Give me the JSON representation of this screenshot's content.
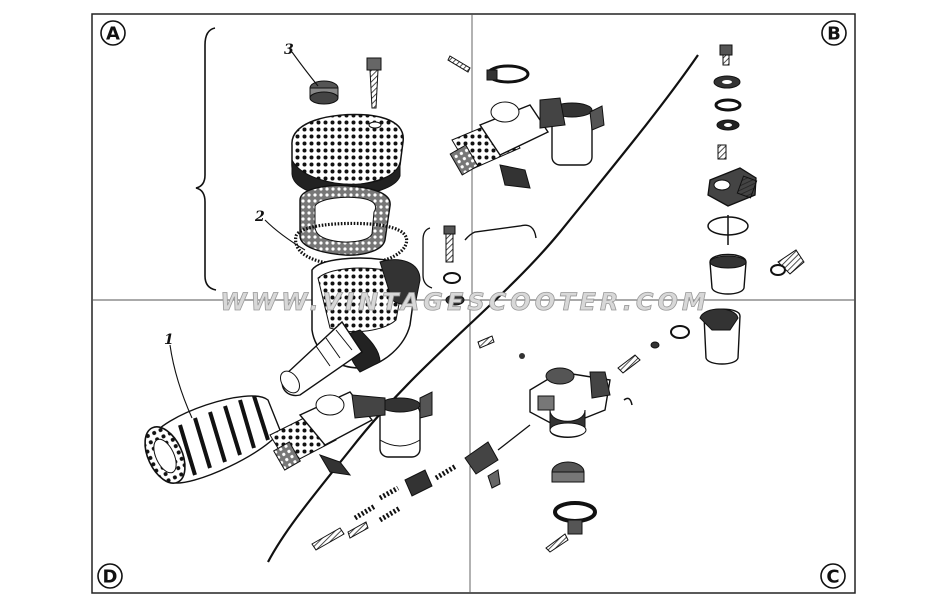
{
  "quadrants": [
    "A",
    "B",
    "C",
    "D"
  ],
  "callouts": [
    "1",
    "2",
    "3"
  ],
  "watermark": "WWW.VINTAGESCOOTER.COM"
}
